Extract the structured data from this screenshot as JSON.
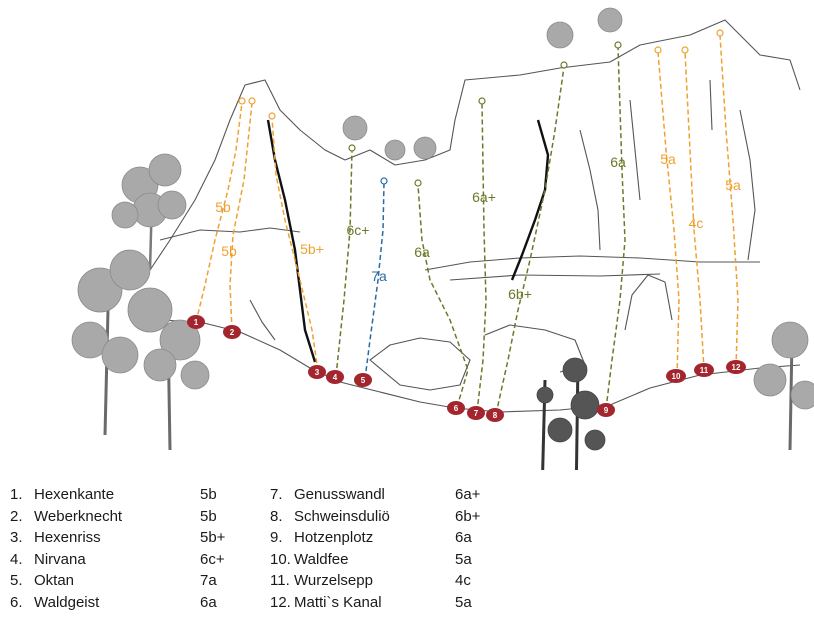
{
  "routes": [
    {
      "num": "1.",
      "marker": "1",
      "name": "Hexenkante",
      "grade": "5b",
      "color": "#f0a030"
    },
    {
      "num": "2.",
      "marker": "2",
      "name": "Weberknecht",
      "grade": "5b",
      "color": "#f0a030"
    },
    {
      "num": "3.",
      "marker": "3",
      "name": "Hexenriss",
      "grade": "5b+",
      "color": "#f0a030"
    },
    {
      "num": "4.",
      "marker": "4",
      "name": "Nirvana",
      "grade": "6c+",
      "color": "#6b7a2a"
    },
    {
      "num": "5.",
      "marker": "5",
      "name": "Oktan",
      "grade": "7a",
      "color": "#2a6aa0"
    },
    {
      "num": "6.",
      "marker": "6",
      "name": "Waldgeist",
      "grade": "6a",
      "color": "#6b7a2a"
    },
    {
      "num": "7.",
      "marker": "7",
      "name": "Genusswandl",
      "grade": "6a+",
      "color": "#6b7a2a"
    },
    {
      "num": "8.",
      "marker": "8",
      "name": "Schweinsduliö",
      "grade": "6b+",
      "color": "#6b7a2a"
    },
    {
      "num": "9.",
      "marker": "9",
      "name": "Hotzenplotz",
      "grade": "6a",
      "color": "#6b7a2a"
    },
    {
      "num": "10.",
      "marker": "10",
      "name": "Waldfee",
      "grade": "5a",
      "color": "#f0a030"
    },
    {
      "num": "11.",
      "marker": "11",
      "name": "Wurzelsepp",
      "grade": "4c",
      "color": "#f0a030"
    },
    {
      "num": "12.",
      "marker": "12",
      "name": "Matti`s Kanal",
      "grade": "5a",
      "color": "#f0a030"
    }
  ],
  "colors": {
    "marker_fill": "#a3262e",
    "rock_line": "#555555",
    "tree": "#9a9a9a"
  }
}
